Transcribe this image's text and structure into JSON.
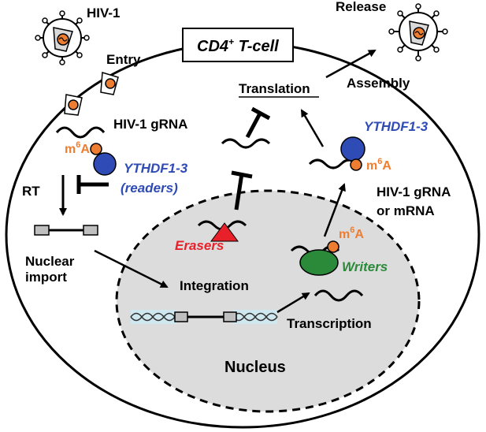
{
  "title": "CD4",
  "title_sup": "+",
  "title_rest": " T-cell",
  "labels": {
    "hiv1": "HIV-1",
    "entry": "Entry",
    "release": "Release",
    "assembly": "Assembly",
    "translation": "Translation",
    "gRNA": "HIV-1 gRNA",
    "m6a_main": "m",
    "m6a_sup": "6",
    "m6a_end": "A",
    "ythdf_top": "YTHDF1-3",
    "ythdf_left": "YTHDF1-3",
    "readers": "(readers)",
    "rt": "RT",
    "nuclear": "Nuclear",
    "import": "import",
    "gRNA_right_1": "HIV-1 gRNA",
    "gRNA_right_2": "or mRNA",
    "erasers": "Erasers",
    "writers": "Writers",
    "integration": "Integration",
    "transcription": "Transcription",
    "nucleus": "Nucleus"
  },
  "colors": {
    "m6a": "#ed7d31",
    "reader": "#2f4bb5",
    "reader_text": "#2f4bb5",
    "eraser": "#e8202a",
    "writer": "#2a8a3a",
    "nucleus_fill": "#dcdcdc",
    "capsid": "#d9d9d9",
    "dna": "#cfe8ef"
  }
}
